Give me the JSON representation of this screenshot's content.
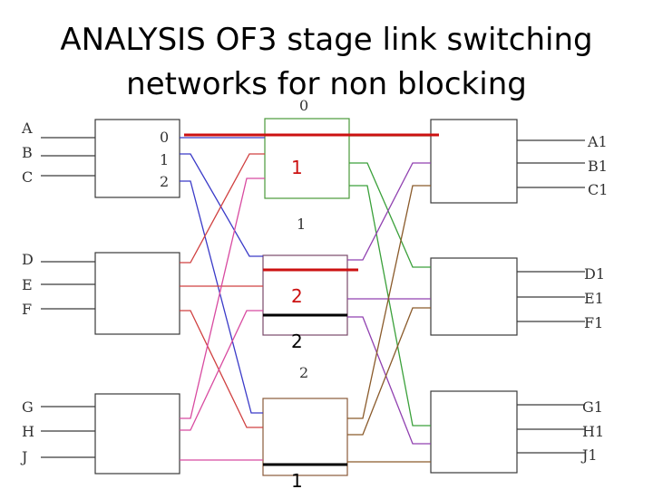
{
  "title": {
    "line1": "ANALYSIS OF3 stage link switching",
    "line2": "networks for non blocking"
  },
  "diagram": {
    "stage1_inputs": [
      [
        "A",
        "B",
        "C"
      ],
      [
        "D",
        "E",
        "F"
      ],
      [
        "G",
        "H",
        "J"
      ]
    ],
    "stage1_outlet_labels": [
      "0",
      "1",
      "2"
    ],
    "stage2_block_labels": [
      "0",
      "1",
      "2"
    ],
    "stage3_outputs": [
      [
        "A1",
        "B1",
        "C1"
      ],
      [
        "D1",
        "E1",
        "F1"
      ],
      [
        "G1",
        "H1",
        "J1"
      ]
    ],
    "annotations": {
      "red_1": "1",
      "red_2": "2",
      "black_2": "2",
      "black_1": "1"
    },
    "colors": {
      "box_outline": "#3a3a3a",
      "mid_top_outline": "#4a9a3a",
      "mid_middle_outline": "#7a4a6a",
      "mid_bottom_outline": "#8a5a3a",
      "blue": "#3a3ac8",
      "red": "#d04040",
      "pink": "#d84aa0",
      "green": "#3aa03a",
      "purple": "#9040b0",
      "brown": "#8a5a2a",
      "highlight_red": "#cc1111",
      "highlight_black": "#000000"
    }
  }
}
